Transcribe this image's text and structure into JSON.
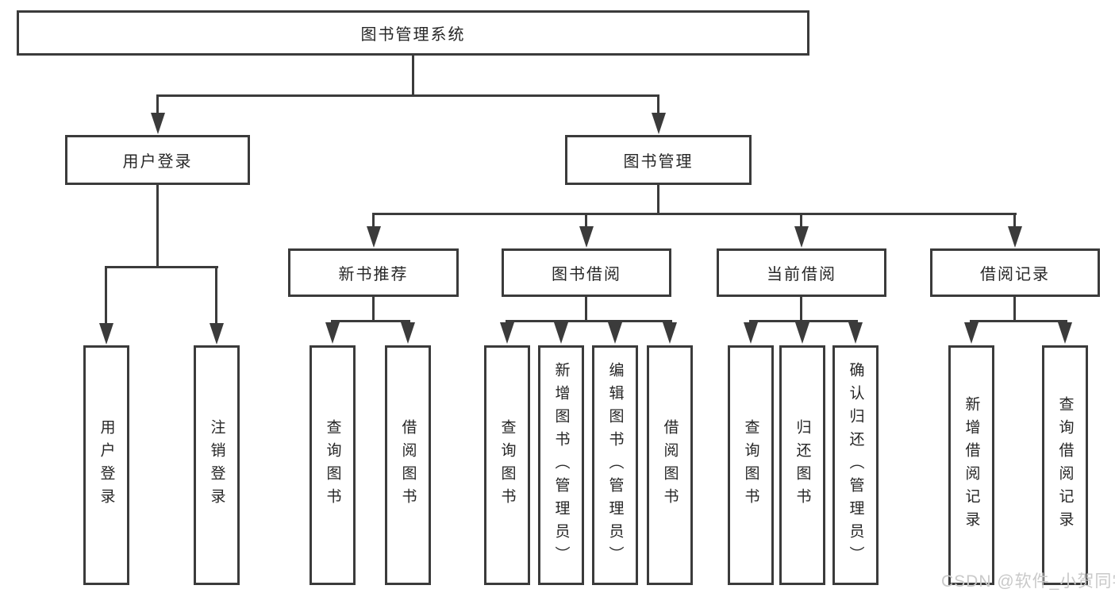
{
  "tree": {
    "root": "图书管理系统",
    "level2": [
      "用户登录",
      "图书管理"
    ],
    "level3": [
      "新书推荐",
      "图书借阅",
      "当前借阅",
      "借阅记录"
    ],
    "leaves": [
      "用户登录",
      "注销登录",
      "查询图书",
      "借阅图书",
      "查询图书",
      "新增图书（管理员）",
      "编辑图书（管理员）",
      "借阅图书",
      "查询图书",
      "归还图书",
      "确认归还（管理员）",
      "新增借阅记录",
      "查询借阅记录"
    ]
  },
  "watermark": "CSDN @软件_小贺同学",
  "colors": {
    "line": "#3b3b3b",
    "text": "#262626",
    "watermark": "#c9c9c9",
    "background": "#ffffff"
  }
}
